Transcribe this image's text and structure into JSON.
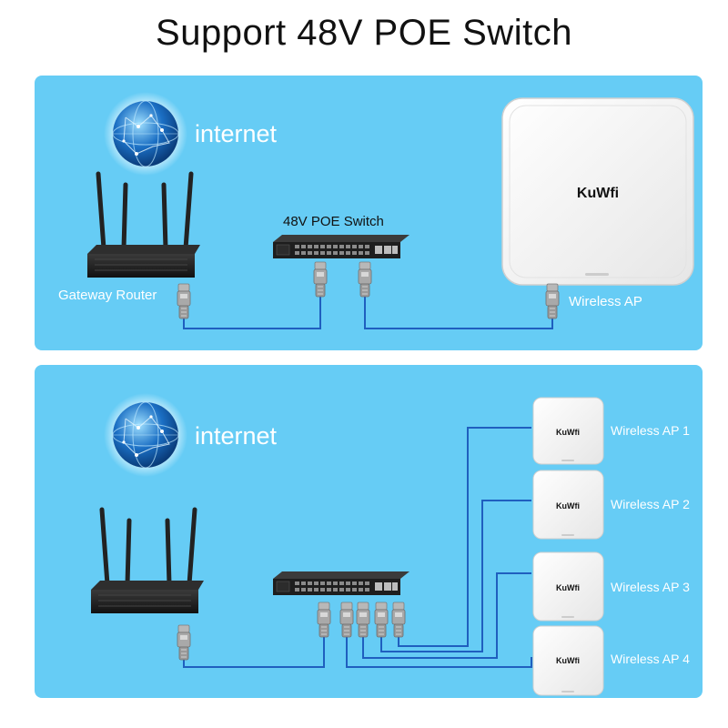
{
  "page": {
    "title": "Support 48V POE Switch"
  },
  "top_panel": {
    "internet_label": "internet",
    "router_label": "Gateway Router",
    "switch_label": "48V POE Switch",
    "ap_label": "Wireless AP",
    "ap_logo": "KuWfi"
  },
  "bottom_panel": {
    "internet_label": "internet",
    "ap_logo": "KuWfi",
    "aps": [
      {
        "label": "Wireless AP 1"
      },
      {
        "label": "Wireless AP 2"
      },
      {
        "label": "Wireless AP 3"
      },
      {
        "label": "Wireless AP 4"
      }
    ]
  },
  "colors": {
    "panel_bg": "#66ccf5",
    "cable": "#1f5fbf",
    "device_dark": "#222222",
    "ap_body": "#f7f7f7",
    "globe": "#1b6fc4"
  },
  "icons": [
    "globe-icon",
    "router-icon",
    "poe-switch-icon",
    "access-point-icon",
    "ethernet-connector-icon"
  ]
}
